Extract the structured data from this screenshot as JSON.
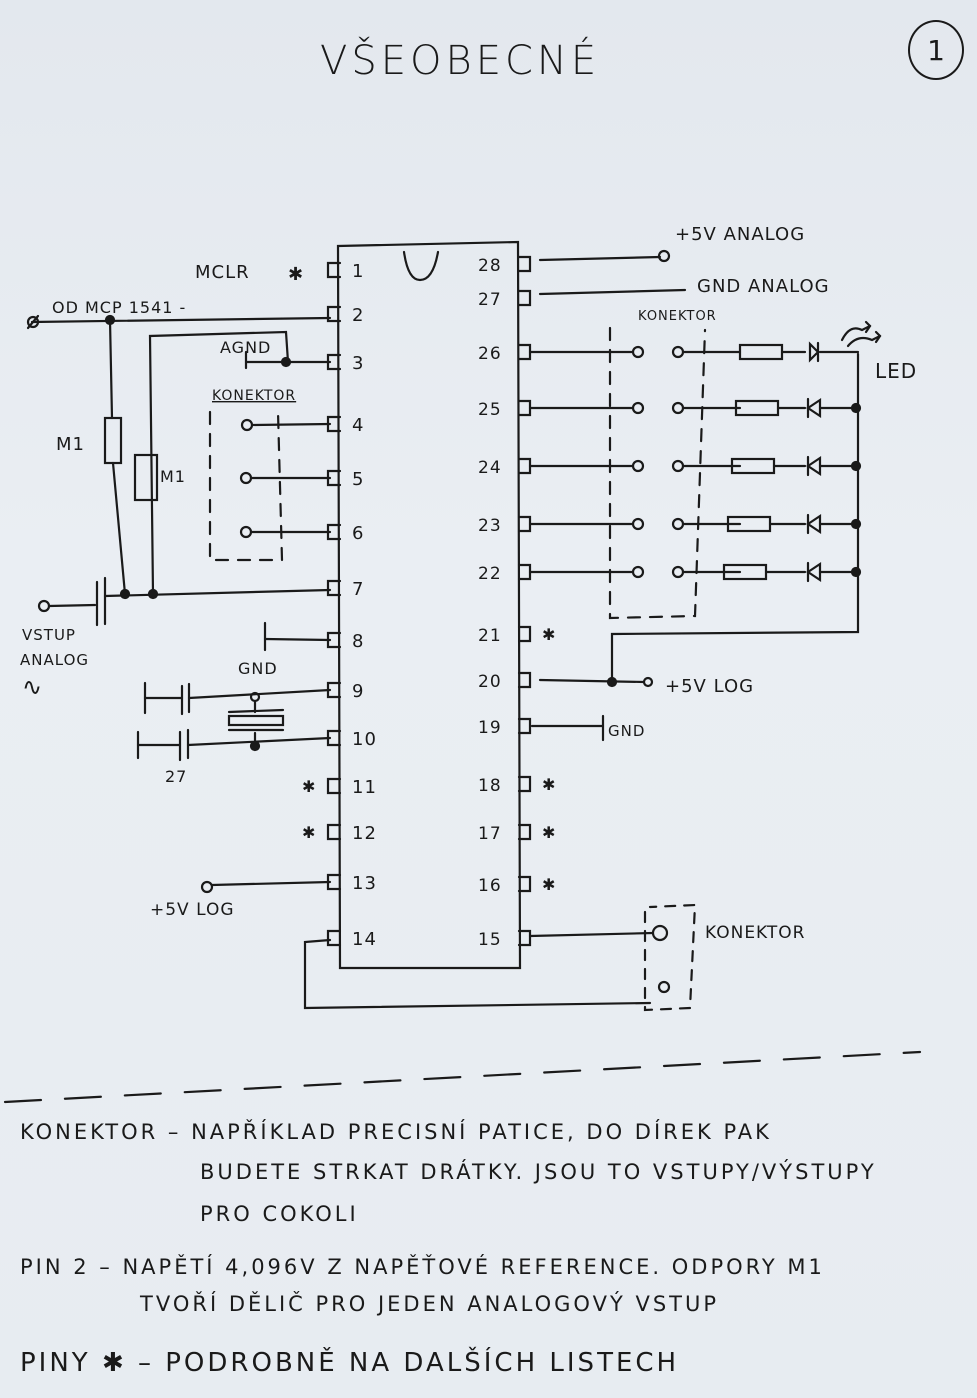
{
  "page": {
    "title": "VŠEOBECNÉ",
    "page_number": "1"
  },
  "chip": {
    "left_pins": [
      {
        "num": "1",
        "label": "MCLR",
        "star": true
      },
      {
        "num": "2",
        "label": "OD MCP 1541 -",
        "star": false
      },
      {
        "num": "3",
        "label": "AGND",
        "star": false
      },
      {
        "num": "4",
        "label": "",
        "star": false
      },
      {
        "num": "5",
        "label": "",
        "star": false
      },
      {
        "num": "6",
        "label": "",
        "star": false
      },
      {
        "num": "7",
        "label": "",
        "star": false
      },
      {
        "num": "8",
        "label": "",
        "star": false
      },
      {
        "num": "9",
        "label": "",
        "star": false
      },
      {
        "num": "10",
        "label": "",
        "star": false
      },
      {
        "num": "11",
        "label": "",
        "star": true
      },
      {
        "num": "12",
        "label": "",
        "star": true
      },
      {
        "num": "13",
        "label": "+5V LOG",
        "star": false
      },
      {
        "num": "14",
        "label": "",
        "star": false
      }
    ],
    "right_pins": [
      {
        "num": "28",
        "label": "+5V ANALOG",
        "star": false
      },
      {
        "num": "27",
        "label": "GND ANALOG",
        "star": false
      },
      {
        "num": "26",
        "label": "",
        "star": false
      },
      {
        "num": "25",
        "label": "",
        "star": false
      },
      {
        "num": "24",
        "label": "",
        "star": false
      },
      {
        "num": "23",
        "label": "",
        "star": false
      },
      {
        "num": "22",
        "label": "",
        "star": false
      },
      {
        "num": "21",
        "label": "",
        "star": true
      },
      {
        "num": "20",
        "label": "+5V LOG",
        "star": false
      },
      {
        "num": "19",
        "label": "GND",
        "star": false
      },
      {
        "num": "18",
        "label": "",
        "star": true
      },
      {
        "num": "17",
        "label": "",
        "star": true
      },
      {
        "num": "16",
        "label": "",
        "star": true
      },
      {
        "num": "15",
        "label": "",
        "star": false
      }
    ]
  },
  "labels": {
    "mclr": "MCLR",
    "star": "✱",
    "od_mcp": "OD MCP 1541 -",
    "agnd": "AGND",
    "konektor_left": "KONEKTOR",
    "m1_a": "M1",
    "m1_b": "M1",
    "vstup_line1": "VSTUP",
    "vstup_line2": "ANALOG",
    "ac_symbol": "∿",
    "gnd_pin8": "GND",
    "cap_value": "27",
    "plus5v_log_left": "+5V LOG",
    "plus5v_analog": "+5V ANALOG",
    "gnd_analog": "GND ANALOG",
    "konektor_right": "KONEKTOR",
    "led": "LED",
    "plus5v_log_right": "+5V LOG",
    "gnd_pin19": "GND",
    "konektor_bottom": "KONEKTOR"
  },
  "notes": [
    {
      "lines": [
        "KONEKTOR – NAPŘÍKLAD PRECISNÍ PATICE, DO DÍREK PAK",
        "BUDETE STRKAT DRÁTKY. JSOU TO VSTUPY/VÝSTUPY",
        "PRO COKOLI"
      ]
    },
    {
      "lines": [
        "PIN 2 – NAPĚTÍ 4,096V Z NAPĚŤOVÉ REFERENCE. ODPORY M1",
        "TVOŘÍ DĚLIČ PRO JEDEN ANALOGOVÝ VSTUP"
      ]
    },
    {
      "lines": [
        "PINY ✱ – PODROBNĚ NA DALŠÍCH LISTECH"
      ]
    }
  ]
}
